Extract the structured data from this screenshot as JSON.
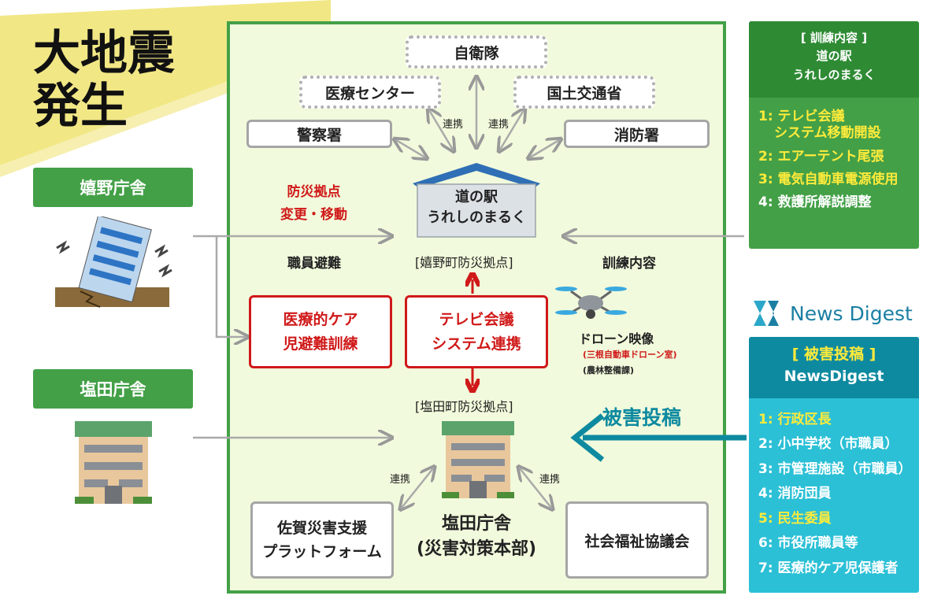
{
  "title": {
    "line1": "大地震",
    "line2": "発生"
  },
  "left": {
    "ureshino_label": "嬉野庁舎",
    "shioda_label": "塩田庁舎"
  },
  "center": {
    "top_orgs": {
      "jieitai": "自衛隊",
      "iryo": "医療センター",
      "kokudo": "国土交通省",
      "keisatsu": "警察署",
      "shobo": "消防署"
    },
    "renkei": "連携",
    "station": {
      "line1": "道の駅",
      "line2": "うれしのまるく"
    },
    "ureshino_base": "[嬉野町防災拠点]",
    "shioda_base": "[塩田町防災拠点]",
    "bosai_change": {
      "line1": "防災拠点",
      "line2": "変更・移動"
    },
    "staff_evac": "職員避難",
    "kunren_naiyo": "訓練内容",
    "iryo_care": {
      "line1": "医療的ケア",
      "line2": "児避難訓練"
    },
    "tv_conf": {
      "line1": "テレビ会議",
      "line2": "システム連携"
    },
    "drone": {
      "title": "ドローン映像",
      "sub1": "(三根自動車ドローン室)",
      "sub2": "(農林整備課)"
    },
    "higai_toko": "被害投稿",
    "saga": {
      "line1": "佐賀災害支援",
      "line2": "プラットフォーム"
    },
    "shioda_hq": {
      "line1": "塩田庁舎",
      "line2": "(災害対策本部)"
    },
    "shakai": "社会福祉協議会"
  },
  "right": {
    "training": {
      "header": [
        "[ 訓練内容 ]",
        "道の駅",
        "うれしのまるく"
      ],
      "items": [
        "1: テレビ会議",
        "システム移動開設",
        "2: エアーテント尾張",
        "3: 電気自動車電源使用",
        "4: 救護所解説調整"
      ]
    },
    "news_brand": "News Digest",
    "damage": {
      "header": [
        "[ 被害投稿 ]",
        "NewsDigest"
      ],
      "items": [
        "1: 行政区長",
        "2: 小中学校（市職員）",
        "3: 市管理施設（市職員）",
        "4: 消防団員",
        "5: 民生委員",
        "6: 市役所職員等",
        "7: 医療的ケア児保護者"
      ]
    }
  },
  "colors": {
    "green": "#43a047",
    "light_green_bg": "#f1fadc",
    "red": "#d01919",
    "teal": "#0e8aa0",
    "cyan": "#2bc0d6",
    "yellow": "#f1e785",
    "highlight_yellow": "#ffeb3b"
  }
}
